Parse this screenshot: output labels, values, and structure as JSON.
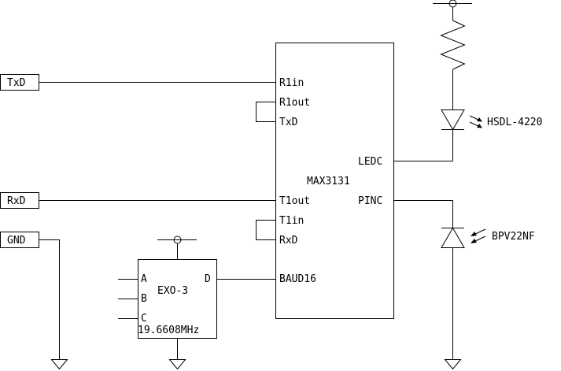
{
  "ports": {
    "txd": "TxD",
    "rxd": "RxD",
    "gnd": "GND"
  },
  "ic": {
    "name": "MAX3131",
    "pins": {
      "r1in": "R1in",
      "r1out": "R1out",
      "txd": "TxD",
      "t1out": "T1out",
      "t1in": "T1in",
      "rxd": "RxD",
      "baud16": "BAUD16",
      "ledc": "LEDC",
      "pinc": "PINC"
    }
  },
  "oscillator": {
    "name": "EXO-3",
    "frequency": "19.6608MHz",
    "pins": {
      "a": "A",
      "b": "B",
      "c": "C",
      "d": "D"
    }
  },
  "led": {
    "name": "HSDL-4220"
  },
  "photodiode": {
    "name": "BPV22NF"
  }
}
